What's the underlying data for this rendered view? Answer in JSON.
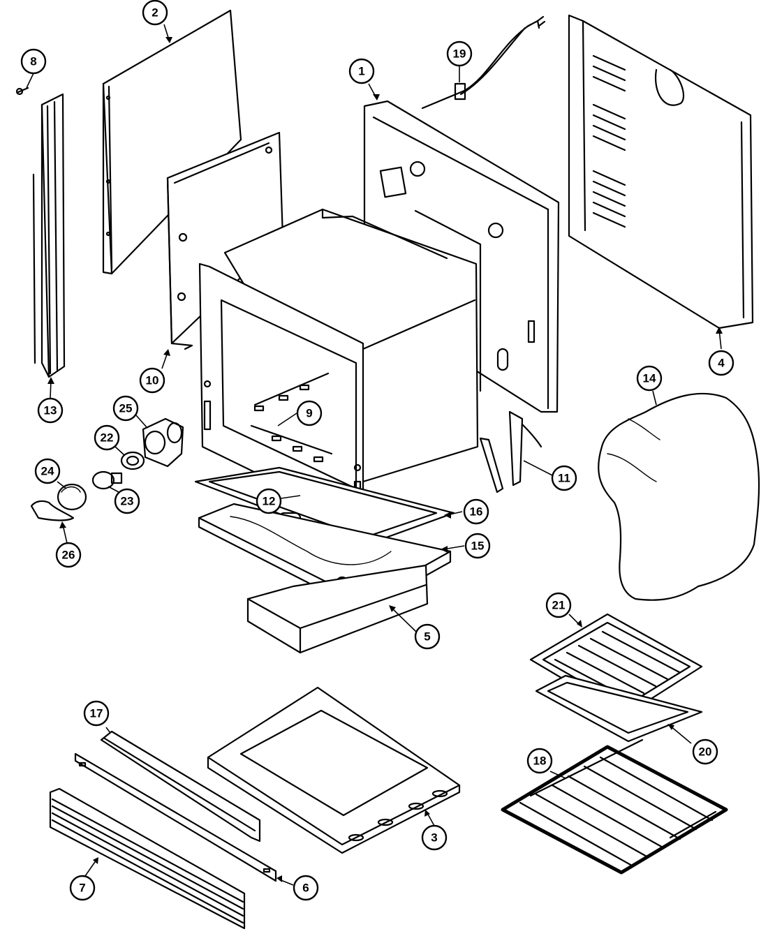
{
  "callouts": [
    {
      "id": "c1",
      "label": "1"
    },
    {
      "id": "c2",
      "label": "2"
    },
    {
      "id": "c3",
      "label": "3"
    },
    {
      "id": "c4",
      "label": "4"
    },
    {
      "id": "c5",
      "label": "5"
    },
    {
      "id": "c6",
      "label": "6"
    },
    {
      "id": "c7",
      "label": "7"
    },
    {
      "id": "c8",
      "label": "8"
    },
    {
      "id": "c9",
      "label": "9"
    },
    {
      "id": "c10",
      "label": "10"
    },
    {
      "id": "c11",
      "label": "11"
    },
    {
      "id": "c12",
      "label": "12"
    },
    {
      "id": "c13",
      "label": "13"
    },
    {
      "id": "c14",
      "label": "14"
    },
    {
      "id": "c15",
      "label": "15"
    },
    {
      "id": "c16",
      "label": "16"
    },
    {
      "id": "c17",
      "label": "17"
    },
    {
      "id": "c18",
      "label": "18"
    },
    {
      "id": "c19",
      "label": "19"
    },
    {
      "id": "c20",
      "label": "20"
    },
    {
      "id": "c21",
      "label": "21"
    },
    {
      "id": "c22",
      "label": "22"
    },
    {
      "id": "c23",
      "label": "23"
    },
    {
      "id": "c24",
      "label": "24"
    },
    {
      "id": "c25",
      "label": "25"
    },
    {
      "id": "c26",
      "label": "26"
    }
  ]
}
